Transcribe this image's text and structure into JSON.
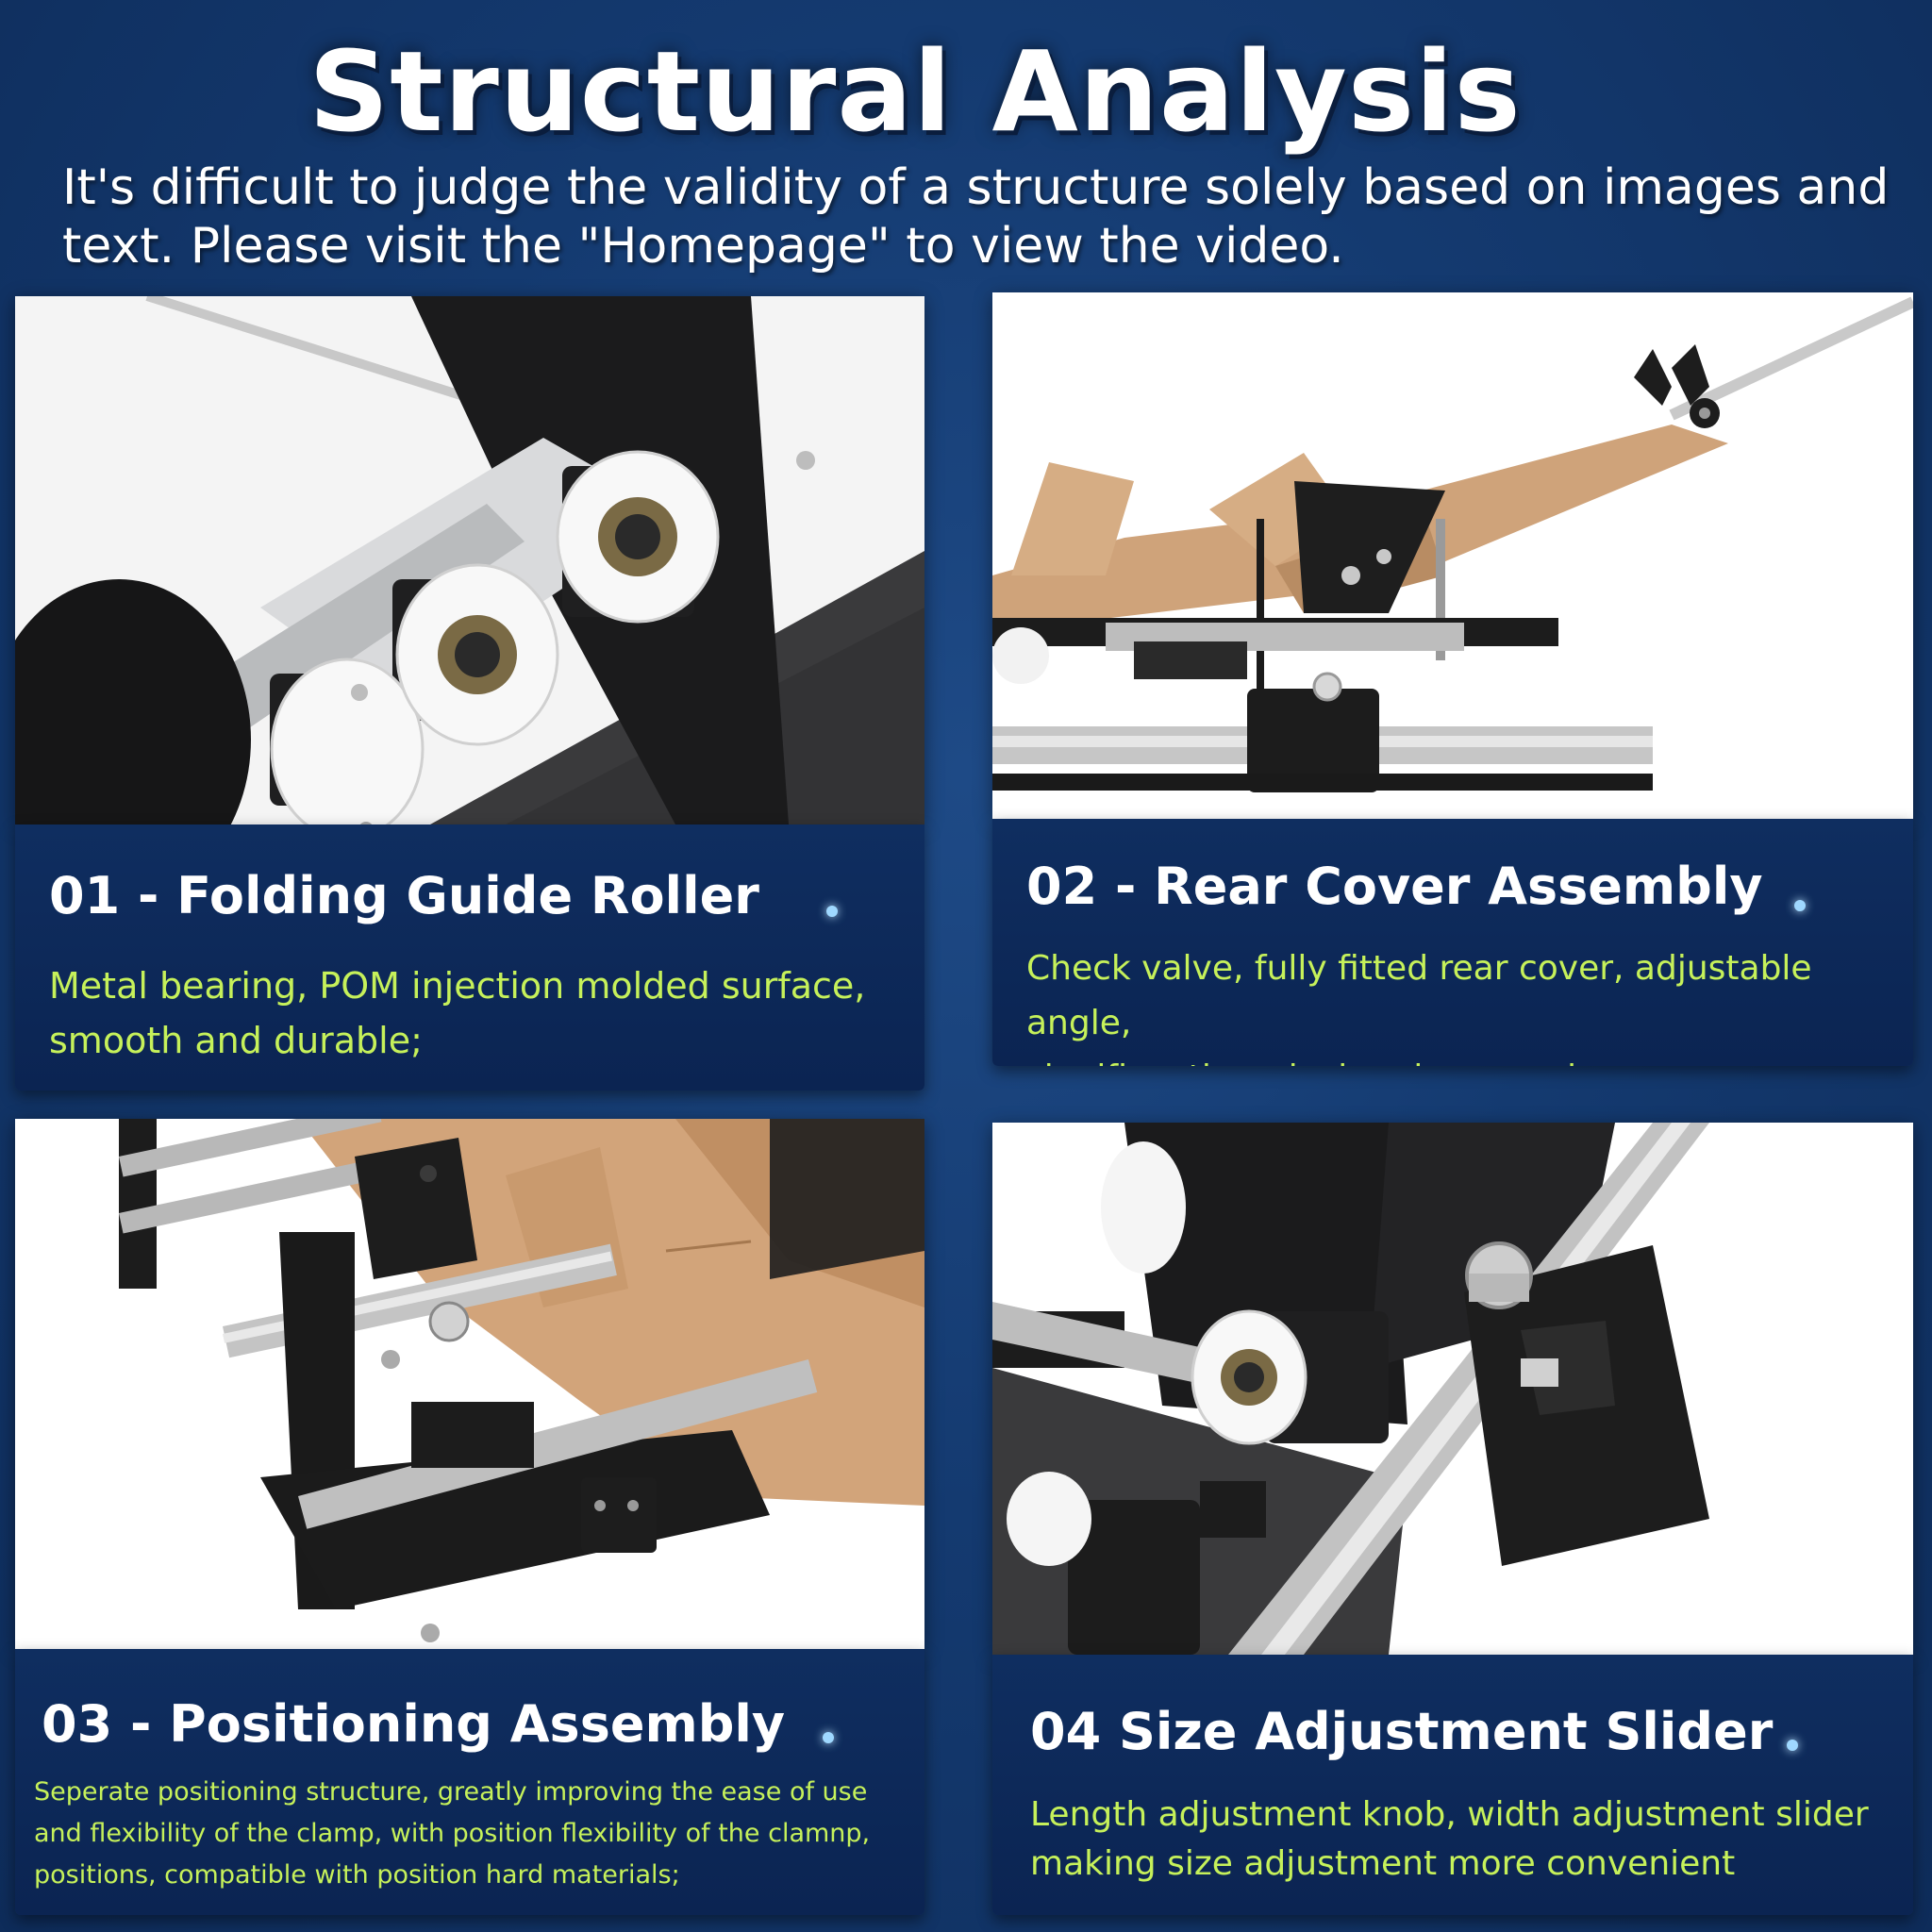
{
  "header": {
    "title": "Structural Analysis",
    "subtitle": "It's difficult to judge the validity of a structure solely based on images and text. Please visit the \"Homepage\" to view the video."
  },
  "features": [
    {
      "title": "01 - Folding Guide Roller",
      "description": "Metal bearing, POM injection molded surface,\nsmooth and durable;"
    },
    {
      "title": "02 - Rear Cover Assembly",
      "description": "Check valve, fully fitted rear cover, adjustable angle,\nsignificantly reducing downward pressure resistance;"
    },
    {
      "title": "03 - Positioning Assembly",
      "description": "Seperate positioning structure, greatly improving the ease of use\nand flexibility of the clamp, with position flexibility of the clamnp,\npositions, compatible with position hard materials;"
    },
    {
      "title": "04 Size Adjustment Slider",
      "description": "Length adjustment knob, width adjustment slider\nmaking size adjustment more convenient"
    }
  ],
  "colors": {
    "background": "#143a70",
    "caption_bg": "#0d2a5a",
    "title_text": "#ffffff",
    "description_text": "#c6f15a",
    "accent_dot": "#9fd8ff"
  }
}
